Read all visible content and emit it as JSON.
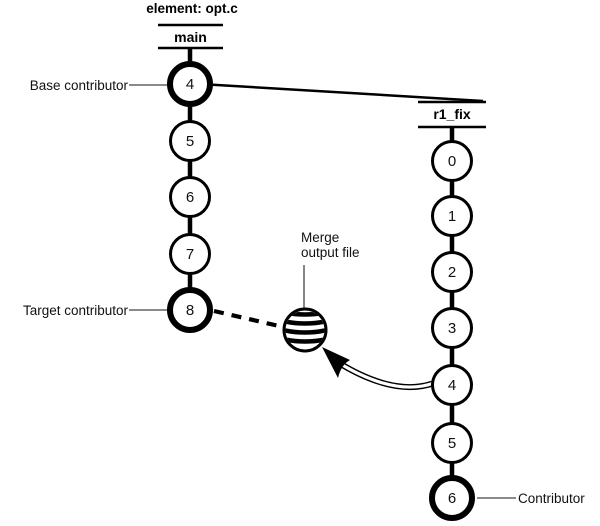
{
  "diagram": {
    "title": "element: opt.c",
    "colors": {
      "ink": "#000000",
      "background": "#ffffff",
      "leader_line": "#444444"
    },
    "branches": [
      {
        "name": "main",
        "versions": [
          "4",
          "5",
          "6",
          "7",
          "8"
        ],
        "contributor_versions": [
          "4",
          "8"
        ]
      },
      {
        "name": "r1_fix",
        "versions": [
          "0",
          "1",
          "2",
          "3",
          "4",
          "5",
          "6"
        ],
        "contributor_versions": [
          "6"
        ]
      }
    ],
    "annotations": {
      "base_contributor": "Base contributor",
      "target_contributor": "Target contributor",
      "merge_output_line1": "Merge",
      "merge_output_line2": "output file",
      "contributor": "Contributor"
    }
  }
}
